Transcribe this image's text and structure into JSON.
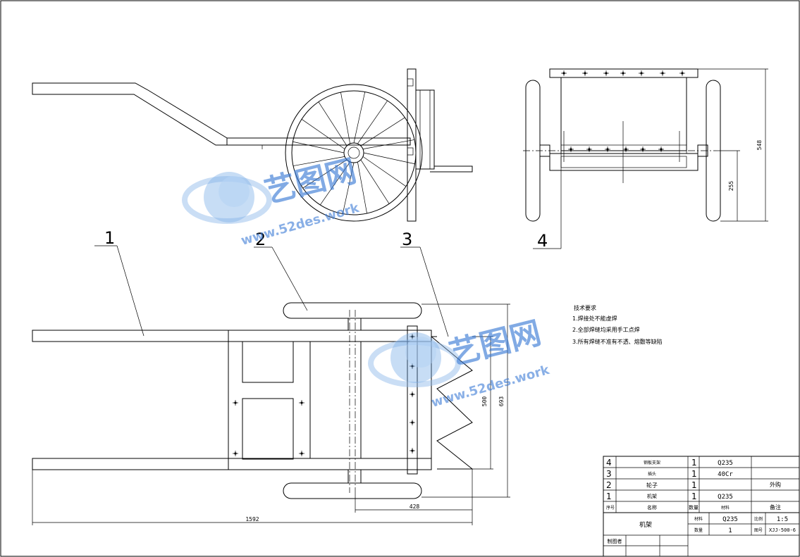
{
  "part_balloons": [
    "1",
    "2",
    "3",
    "4"
  ],
  "dimensions": {
    "total_length": "1592",
    "wheel_offset": "428",
    "width_inner": "500",
    "width_outer": "693",
    "height_total": "548",
    "axle_height": "255"
  },
  "tech_requirements": {
    "title": "技术要求",
    "items": [
      "1.焊接处不能虚焊",
      "2.全部焊缝均采用手工点焊",
      "3.所有焊缝不准有不透、熔敷等缺陷"
    ]
  },
  "bom": [
    {
      "no": "4",
      "name": "钢板支架",
      "qty": "1",
      "material": "Q235",
      "note": ""
    },
    {
      "no": "3",
      "name": "插头",
      "qty": "1",
      "material": "40Cr",
      "note": ""
    },
    {
      "no": "2",
      "name": "轮子",
      "qty": "1",
      "material": "",
      "note": "外购"
    },
    {
      "no": "1",
      "name": "机架",
      "qty": "1",
      "material": "Q235",
      "note": ""
    }
  ],
  "bom_header": {
    "no": "序号",
    "name": "名称",
    "qty": "数量",
    "material": "材料",
    "note": "备注"
  },
  "title_block": {
    "title": "机架",
    "material_label": "材料",
    "material": "Q235",
    "scale_label": "比例",
    "scale": "1:5",
    "count_label": "数量",
    "count": "1",
    "drawing_no_label": "图号",
    "drawing_no": "XJJ-500-6",
    "drafter_label": "制图者"
  },
  "watermark": {
    "name": "艺图网",
    "url": "www.52des.work"
  },
  "colors": {
    "line": "#000000",
    "watermark": "#3a7bd5"
  }
}
